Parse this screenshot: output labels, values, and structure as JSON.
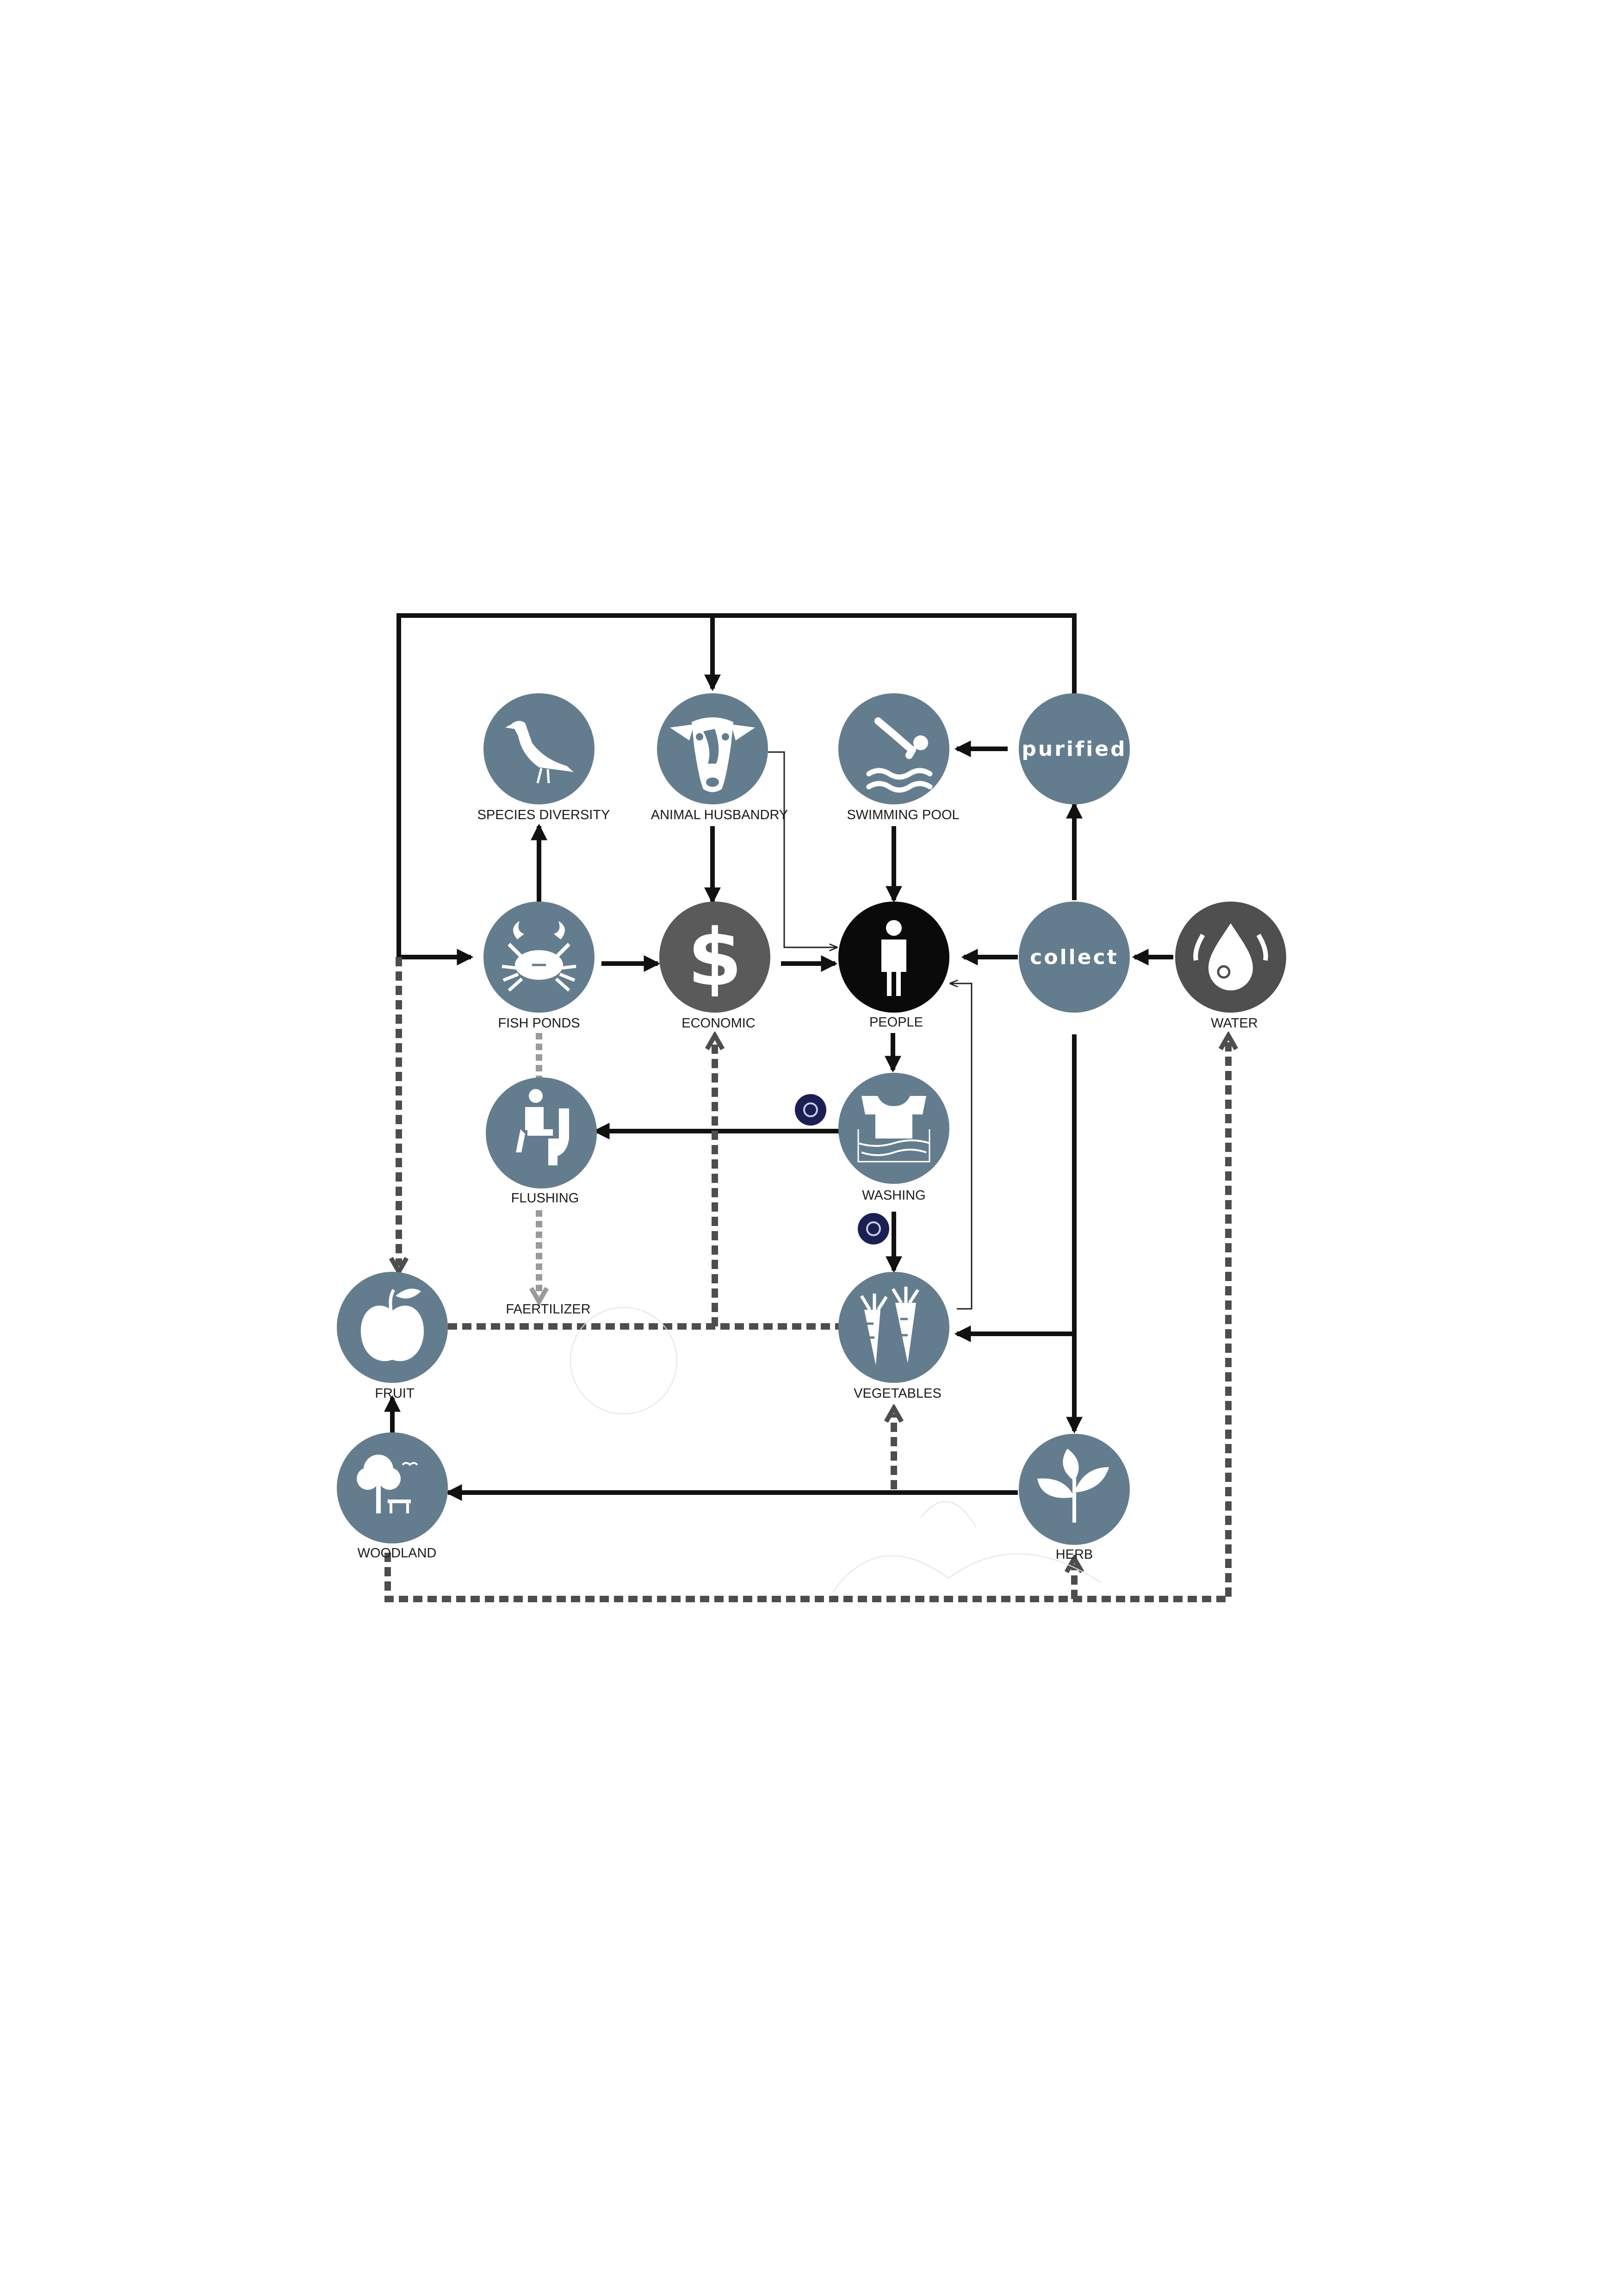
{
  "colors": {
    "node": "#647d8e",
    "economic": "#5a5a5a",
    "people": "#0a0a0a",
    "water": "#4f4f4f",
    "badge": "#1c1f54"
  },
  "nodes": {
    "species_diversity": "SPECIES DIVERSITY",
    "animal_husbandry": "ANIMAL HUSBANDRY",
    "swimming_pool": "SWIMMING POOL",
    "purified": "purified",
    "fish_ponds": "FISH PONDS",
    "economic": "ECONOMIC",
    "economic_symbol": "$",
    "people": "PEOPLE",
    "collect": "collect",
    "water": "WATER",
    "flushing": "FLUSHING",
    "washing": "WASHING",
    "faertilizer": "FAERTILIZER",
    "fruit": "FRUIT",
    "vegetables": "VEGETABLES",
    "woodland": "WOODLAND",
    "herb": "HERB"
  },
  "icons": {
    "species_diversity": "bird-icon",
    "animal_husbandry": "cow-icon",
    "swimming_pool": "diver-icon",
    "fish_ponds": "crab-icon",
    "people": "person-icon",
    "water": "water-drop-icon",
    "flushing": "toilet-icon",
    "washing": "shirt-washing-icon",
    "fruit": "apple-icon",
    "vegetables": "carrot-icon",
    "woodland": "tree-bench-icon",
    "herb": "herb-leaf-icon"
  }
}
